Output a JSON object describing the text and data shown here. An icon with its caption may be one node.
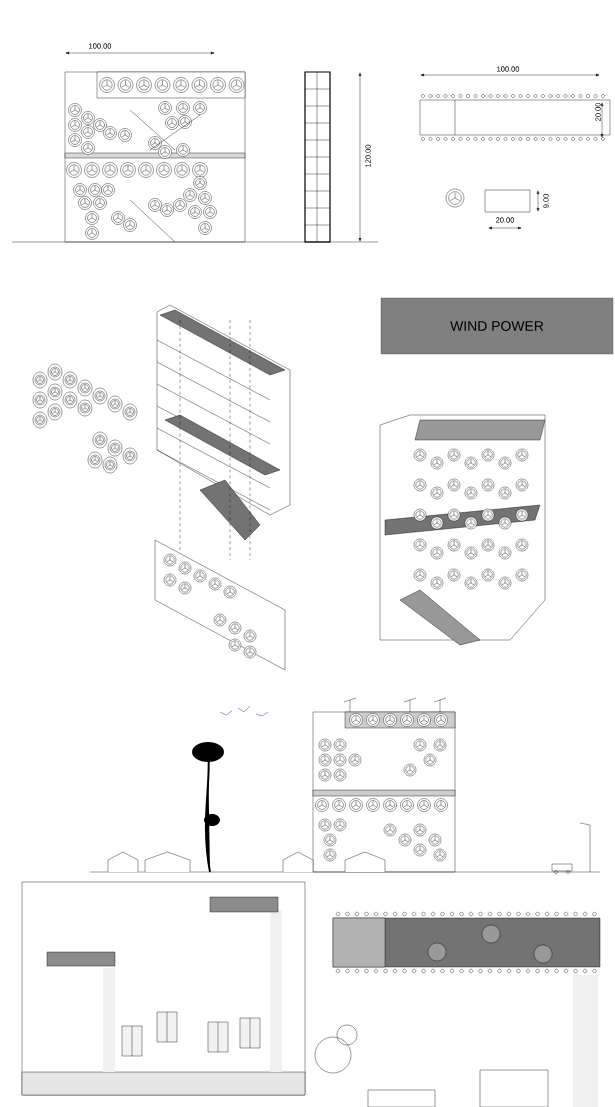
{
  "diagram": {
    "nodes": [
      {
        "text": [
          "WIND POWER"
        ]
      }
    ],
    "labels": [
      "100.00",
      "120.00",
      "100.00",
      "20.00",
      "9.00",
      "20.00"
    ]
  }
}
